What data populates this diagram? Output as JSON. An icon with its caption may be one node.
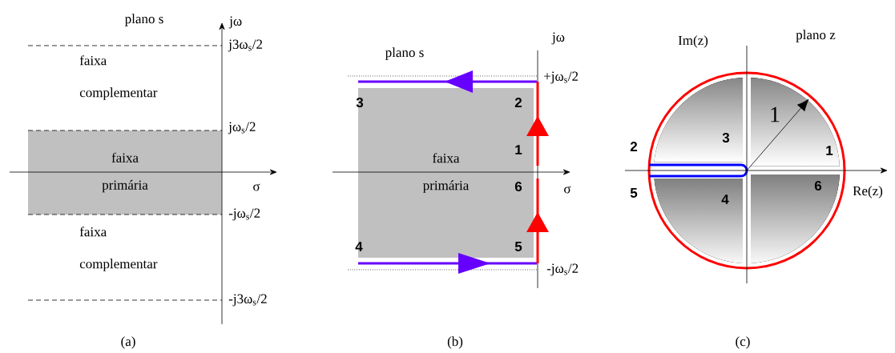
{
  "diagram": {
    "nodes": [
      {
        "text": [
          "faixa primária"
        ]
      },
      {
        "text": [
          "faixa primária"
        ]
      }
    ],
    "labels": [
      "plano s",
      "jω",
      "j3ω$_{s}$/2",
      "faixa complementar",
      "jω$_{s}$/2",
      "σ",
      "-jω$_{s}$/2",
      "faixa complementar",
      "-j3ω$_{s}$/2",
      "(a)",
      "jω",
      "plano s",
      "+jω$_{s}$/2",
      "3",
      "2",
      "1",
      "6",
      "σ",
      "4",
      "5",
      "-jω$_{s}$/2",
      "(b)",
      "Im(z)",
      "plano z",
      "1",
      "2",
      "3",
      "1",
      "5",
      "4",
      "6",
      "Re(z)",
      "(c)"
    ]
  }
}
